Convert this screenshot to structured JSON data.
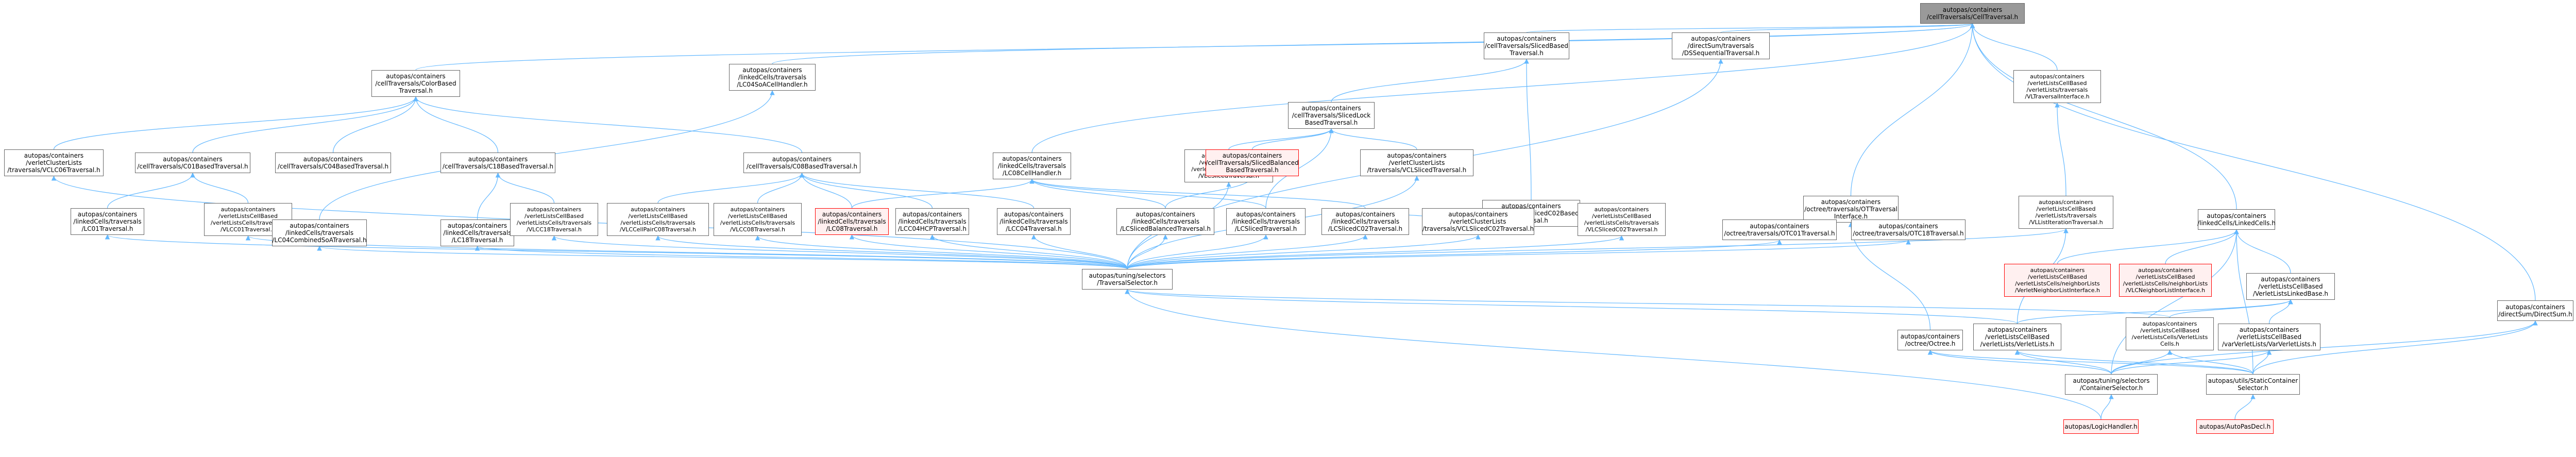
{
  "diagram": {
    "edge_color": "#63b8ff",
    "border_color": "#666666",
    "root_fill": "#999999",
    "highlight_border": "#ff0000",
    "highlight_fill": "#fff0f0",
    "nodes": [
      {
        "id": "root",
        "style": "root",
        "lines": [
          "autopas/containers",
          "/cellTraversals/CellTraversal.h"
        ]
      },
      {
        "id": "cbt",
        "lines": [
          "autopas/containers",
          "/cellTraversals/ColorBased",
          "Traversal.h"
        ]
      },
      {
        "id": "lc04soa",
        "lines": [
          "autopas/containers",
          "/linkedCells/traversals",
          "/LC04SoACellHandler.h"
        ]
      },
      {
        "id": "slicedbased",
        "lines": [
          "autopas/containers",
          "/cellTraversals/SlicedBased",
          "Traversal.h"
        ]
      },
      {
        "id": "dsseq",
        "lines": [
          "autopas/containers",
          "/directSum/traversals",
          "/DSSequentialTraversal.h"
        ]
      },
      {
        "id": "vlctrav",
        "lines": [
          "autopas/containers",
          "/verletListsCellBased",
          "/verletLists/traversals",
          "/VLTraversalInterface.h"
        ]
      },
      {
        "id": "directsum",
        "lines": [
          "autopas/containers",
          "/directSum/DirectSum.h"
        ]
      },
      {
        "id": "vlc06",
        "lines": [
          "autopas/containers",
          "/verletClusterLists",
          "/traversals/VCLC06Traversal.h"
        ]
      },
      {
        "id": "c01based",
        "lines": [
          "autopas/containers",
          "/cellTraversals/C01BasedTraversal.h"
        ]
      },
      {
        "id": "c04based",
        "lines": [
          "autopas/containers",
          "/cellTraversals/C04BasedTraversal.h"
        ]
      },
      {
        "id": "c18based",
        "lines": [
          "autopas/containers",
          "/cellTraversals/C18BasedTraversal.h"
        ]
      },
      {
        "id": "c08based",
        "lines": [
          "autopas/containers",
          "/cellTraversals/C08BasedTraversal.h"
        ]
      },
      {
        "id": "lc08cellhandler",
        "lines": [
          "autopas/containers",
          "/linkedCells/traversals",
          "/LC08CellHandler.h"
        ]
      },
      {
        "id": "vlcsliced",
        "lines": [
          "autopas/containers",
          "/verletListsCellBased",
          "/verletListsCells/traversals",
          "/VLCSlicedTraversal.h"
        ]
      },
      {
        "id": "slicedbalanced",
        "style": "red",
        "lines": [
          "autopas/containers",
          "/cellTraversals/SlicedBalanced",
          "BasedTraversal.h"
        ]
      },
      {
        "id": "slicedlock",
        "lines": [
          "autopas/containers",
          "/cellTraversals/SlicedLock",
          "BasedTraversal.h"
        ]
      },
      {
        "id": "vclsliced",
        "lines": [
          "autopas/containers",
          "/verletClusterLists",
          "/traversals/VCLSlicedTraversal.h"
        ]
      },
      {
        "id": "slicedc02",
        "lines": [
          "autopas/containers",
          "/cellTraversals/SlicedC02Based",
          "Traversal.h"
        ]
      },
      {
        "id": "otctrav",
        "lines": [
          "autopas/containers",
          "/octree/traversals/OTTraversal",
          "Interface.h"
        ]
      },
      {
        "id": "lc01",
        "lines": [
          "autopas/containers",
          "/linkedCells/traversals",
          "/LC01Traversal.h"
        ]
      },
      {
        "id": "vlc01",
        "lines": [
          "autopas/containers",
          "/verletListsCellBased",
          "/verletListsCells/traversals",
          "/VLCC01Traversal.h"
        ]
      },
      {
        "id": "lcc04combined",
        "lines": [
          "autopas/containers",
          "/linkedCells/traversals",
          "/LC04CombinedSoATraversal.h"
        ]
      },
      {
        "id": "lc18",
        "lines": [
          "autopas/containers",
          "/linkedCells/traversals",
          "/LC18Traversal.h"
        ]
      },
      {
        "id": "vlc18",
        "lines": [
          "autopas/containers",
          "/verletListsCellBased",
          "/verletListsCells/traversals",
          "/VLCC18Traversal.h"
        ]
      },
      {
        "id": "vlcc08pair",
        "lines": [
          "autopas/containers",
          "/verletListsCellBased",
          "/verletListsCells/traversals",
          "/VLCCellPairC08Traversal.h"
        ]
      },
      {
        "id": "vlcc08",
        "lines": [
          "autopas/containers",
          "/verletListsCellBased",
          "/verletListsCells/traversals",
          "/VLCC08Traversal.h"
        ]
      },
      {
        "id": "lc08",
        "style": "red",
        "lines": [
          "autopas/containers",
          "/linkedCells/traversals",
          "/LC08Traversal.h"
        ]
      },
      {
        "id": "lcc04hcp",
        "lines": [
          "autopas/containers",
          "/linkedCells/traversals",
          "/LCC04HCPTraversal.h"
        ]
      },
      {
        "id": "lcc04",
        "lines": [
          "autopas/containers",
          "/linkedCells/traversals",
          "/LCC04Traversal.h"
        ]
      },
      {
        "id": "lcslicedbal",
        "lines": [
          "autopas/containers",
          "/linkedCells/traversals",
          "/LCSlicedBalancedTraversal.h"
        ]
      },
      {
        "id": "lcsliced",
        "lines": [
          "autopas/containers",
          "/linkedCells/traversals",
          "/LCSlicedTraversal.h"
        ]
      },
      {
        "id": "lcslicedc02",
        "lines": [
          "autopas/containers",
          "/linkedCells/traversals",
          "/LCSlicedC02Traversal.h"
        ]
      },
      {
        "id": "vclslicedc02",
        "lines": [
          "autopas/containers",
          "/verletClusterLists",
          "/traversals/VCLSlicedC02Traversal.h"
        ]
      },
      {
        "id": "vlcslicedc02",
        "lines": [
          "autopas/containers",
          "/verletListsCellBased",
          "/verletListsCells/traversals",
          "/VLCSlicedC02Traversal.h"
        ]
      },
      {
        "id": "otc01",
        "lines": [
          "autopas/containers",
          "/octree/traversals/OTC01Traversal.h"
        ]
      },
      {
        "id": "otc18",
        "lines": [
          "autopas/containers",
          "/octree/traversals/OTC18Traversal.h"
        ]
      },
      {
        "id": "vllistiter",
        "lines": [
          "autopas/containers",
          "/verletListsCellBased",
          "/verletLists/traversals",
          "/VLListIterationTraversal.h"
        ]
      },
      {
        "id": "linkedcells",
        "lines": [
          "autopas/containers",
          "/linkedCells/LinkedCells.h"
        ]
      },
      {
        "id": "travsel",
        "lines": [
          "autopas/tuning/selectors",
          "/TraversalSelector.h"
        ]
      },
      {
        "id": "vlneighbor",
        "style": "red",
        "lines": [
          "autopas/containers",
          "/verletListsCellBased",
          "/verletListsCells/neighborLists",
          "/VerletNeighborListInterface.h"
        ]
      },
      {
        "id": "vlcneighbor",
        "style": "red",
        "lines": [
          "autopas/containers",
          "/verletListsCellBased",
          "/verletListsCells/neighborLists",
          "/VLCNeighborListInterface.h"
        ]
      },
      {
        "id": "vllinkedbase",
        "lines": [
          "autopas/containers",
          "/verletListsCellBased",
          "/VerletListsLinkedBase.h"
        ]
      },
      {
        "id": "octree",
        "lines": [
          "autopas/containers",
          "/octree/Octree.h"
        ]
      },
      {
        "id": "verletlists",
        "lines": [
          "autopas/containers",
          "/verletListsCellBased",
          "/verletLists/VerletLists.h"
        ]
      },
      {
        "id": "vlcells",
        "lines": [
          "autopas/containers",
          "/verletListsCellBased",
          "/verletListsCells/VerletLists",
          "Cells.h"
        ]
      },
      {
        "id": "pairvlcells",
        "lines": [
          "autopas/containers",
          "/verletListsCellBased",
          "/varVerletLists/VarVerletLists.h"
        ]
      },
      {
        "id": "contsel",
        "lines": [
          "autopas/tuning/selectors",
          "/ContainerSelector.h"
        ]
      },
      {
        "id": "staticcont",
        "lines": [
          "autopas/utils/StaticContainer",
          "Selector.h"
        ]
      },
      {
        "id": "logichandler",
        "style": "red",
        "lines": [
          "autopas/LogicHandler.h"
        ]
      },
      {
        "id": "autopasdecl",
        "style": "red",
        "lines": [
          "autopas/AutoPasDecl.h"
        ]
      }
    ],
    "edges": [
      [
        "cbt",
        "root"
      ],
      [
        "lc04soa",
        "root"
      ],
      [
        "slicedbased",
        "root"
      ],
      [
        "dsseq",
        "root"
      ],
      [
        "vlctrav",
        "root"
      ],
      [
        "directsum",
        "root"
      ],
      [
        "vlc06",
        "cbt"
      ],
      [
        "c01based",
        "cbt"
      ],
      [
        "c04based",
        "cbt"
      ],
      [
        "c18based",
        "cbt"
      ],
      [
        "c08based",
        "cbt"
      ],
      [
        "lc08cellhandler",
        "root"
      ],
      [
        "slicedlock",
        "slicedbased"
      ],
      [
        "slicedc02",
        "slicedbased"
      ],
      [
        "vlcsliced",
        "slicedlock"
      ],
      [
        "slicedbalanced",
        "slicedlock"
      ],
      [
        "vclsliced",
        "slicedlock"
      ],
      [
        "otctrav",
        "root"
      ],
      [
        "linkedcells",
        "root"
      ],
      [
        "lc01",
        "c01based"
      ],
      [
        "vlc01",
        "c01based"
      ],
      [
        "lcc04combined",
        "lc04soa"
      ],
      [
        "lc18",
        "c18based"
      ],
      [
        "vlc18",
        "c18based"
      ],
      [
        "vlcc08pair",
        "c08based"
      ],
      [
        "vlcc08",
        "c08based"
      ],
      [
        "lc08",
        "c08based"
      ],
      [
        "lcc04hcp",
        "c08based"
      ],
      [
        "lcc04",
        "c08based"
      ],
      [
        "lc08",
        "lc08cellhandler"
      ],
      [
        "lcslicedbal",
        "lc08cellhandler"
      ],
      [
        "lcsliced",
        "lc08cellhandler"
      ],
      [
        "lcslicedc02",
        "lc08cellhandler"
      ],
      [
        "lcslicedbal",
        "slicedbalanced"
      ],
      [
        "lcsliced",
        "slicedlock"
      ],
      [
        "vclslicedc02",
        "slicedc02"
      ],
      [
        "vlcslicedc02",
        "slicedc02"
      ],
      [
        "lcslicedc02",
        "slicedc02"
      ],
      [
        "otc01",
        "otctrav"
      ],
      [
        "otc18",
        "otctrav"
      ],
      [
        "vllistiter",
        "vlctrav"
      ],
      [
        "travsel",
        "vlc06"
      ],
      [
        "travsel",
        "lc01"
      ],
      [
        "travsel",
        "vlc01"
      ],
      [
        "travsel",
        "lcc04combined"
      ],
      [
        "travsel",
        "lc18"
      ],
      [
        "travsel",
        "vlc18"
      ],
      [
        "travsel",
        "vlcc08pair"
      ],
      [
        "travsel",
        "vlcc08"
      ],
      [
        "travsel",
        "lc08"
      ],
      [
        "travsel",
        "lcc04hcp"
      ],
      [
        "travsel",
        "lcc04"
      ],
      [
        "travsel",
        "lcslicedbal"
      ],
      [
        "travsel",
        "lcsliced"
      ],
      [
        "travsel",
        "lcslicedc02"
      ],
      [
        "travsel",
        "vclslicedc02"
      ],
      [
        "travsel",
        "vlcslicedc02"
      ],
      [
        "travsel",
        "otc01"
      ],
      [
        "travsel",
        "otc18"
      ],
      [
        "travsel",
        "vllistiter"
      ],
      [
        "travsel",
        "dsseq"
      ],
      [
        "travsel",
        "vlcsliced"
      ],
      [
        "travsel",
        "vclsliced"
      ],
      [
        "vlneighbor",
        "linkedcells"
      ],
      [
        "vlcneighbor",
        "linkedcells"
      ],
      [
        "vllinkedbase",
        "linkedcells"
      ],
      [
        "verletlists",
        "vllinkedbase"
      ],
      [
        "vlcells",
        "vllinkedbase"
      ],
      [
        "pairvlcells",
        "vllinkedbase"
      ],
      [
        "verletlists",
        "travsel"
      ],
      [
        "vlcells",
        "travsel"
      ],
      [
        "octree",
        "otctrav"
      ],
      [
        "contsel",
        "verletlists"
      ],
      [
        "contsel",
        "vlcells"
      ],
      [
        "contsel",
        "pairvlcells"
      ],
      [
        "contsel",
        "octree"
      ],
      [
        "contsel",
        "directsum"
      ],
      [
        "contsel",
        "linkedcells"
      ],
      [
        "staticcont",
        "verletlists"
      ],
      [
        "staticcont",
        "vlcells"
      ],
      [
        "staticcont",
        "pairvlcells"
      ],
      [
        "staticcont",
        "octree"
      ],
      [
        "staticcont",
        "directsum"
      ],
      [
        "staticcont",
        "linkedcells"
      ],
      [
        "logichandler",
        "contsel"
      ],
      [
        "logichandler",
        "travsel"
      ],
      [
        "autopasdecl",
        "staticcont"
      ],
      [
        "verletlists",
        "vllistiter"
      ]
    ]
  }
}
